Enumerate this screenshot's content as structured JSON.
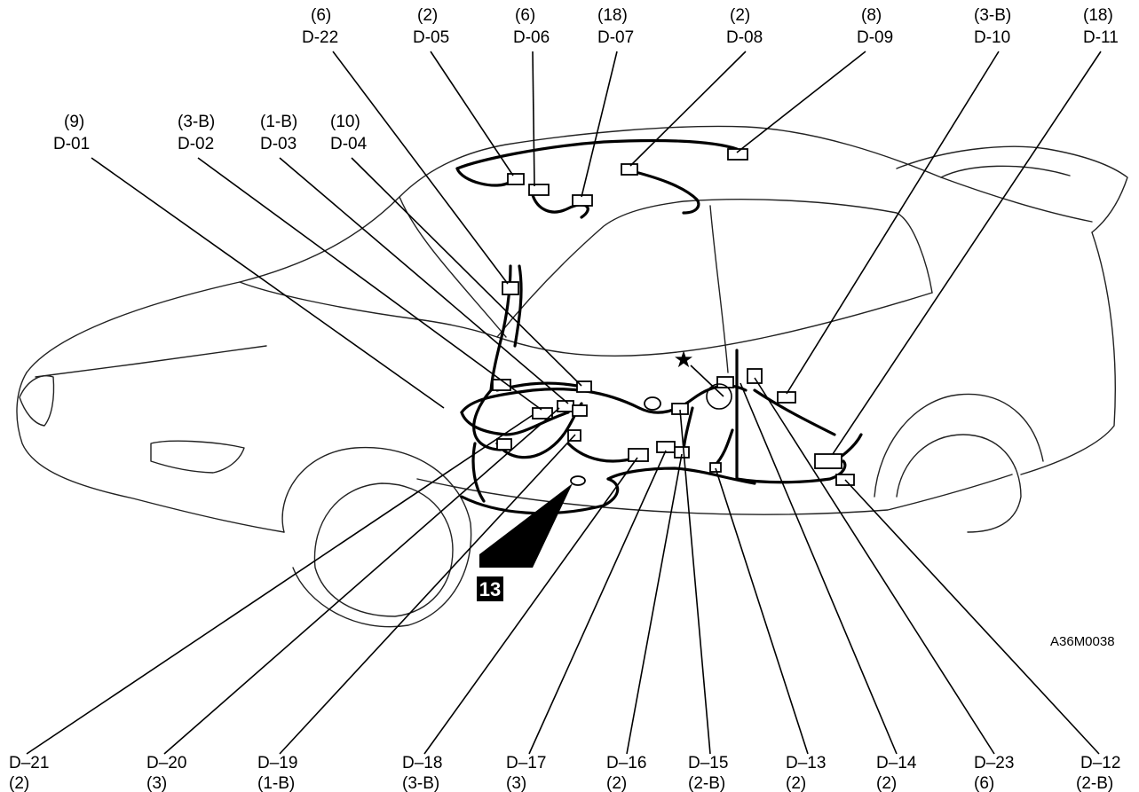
{
  "top_labels": [
    {
      "code": "D-01",
      "pins": "(9)"
    },
    {
      "code": "D-02",
      "pins": "(3-B)"
    },
    {
      "code": "D-03",
      "pins": "(1-B)"
    },
    {
      "code": "D-04",
      "pins": "(10)"
    },
    {
      "code": "D-22",
      "pins": "(6)"
    },
    {
      "code": "D-05",
      "pins": "(2)"
    },
    {
      "code": "D-06",
      "pins": "(6)"
    },
    {
      "code": "D-07",
      "pins": "(18)"
    },
    {
      "code": "D-08",
      "pins": "(2)"
    },
    {
      "code": "D-09",
      "pins": "(8)"
    },
    {
      "code": "D-10",
      "pins": "(3-B)"
    },
    {
      "code": "D-11",
      "pins": "(18)"
    }
  ],
  "bottom_labels": [
    {
      "code": "D–21",
      "pins": "(2)"
    },
    {
      "code": "D–20",
      "pins": "(3)"
    },
    {
      "code": "D–19",
      "pins": "(1-B)"
    },
    {
      "code": "D–18",
      "pins": "(3-B)"
    },
    {
      "code": "D–17",
      "pins": "(3)"
    },
    {
      "code": "D–16",
      "pins": "(2)"
    },
    {
      "code": "D–15",
      "pins": "(2-B)"
    },
    {
      "code": "D–13",
      "pins": "(2)"
    },
    {
      "code": "D–14",
      "pins": "(2)"
    },
    {
      "code": "D–23",
      "pins": "(6)"
    },
    {
      "code": "D–12",
      "pins": "(2-B)"
    }
  ],
  "ground_badge": "13",
  "figure_code": "A36M0038",
  "star_symbol": "★"
}
